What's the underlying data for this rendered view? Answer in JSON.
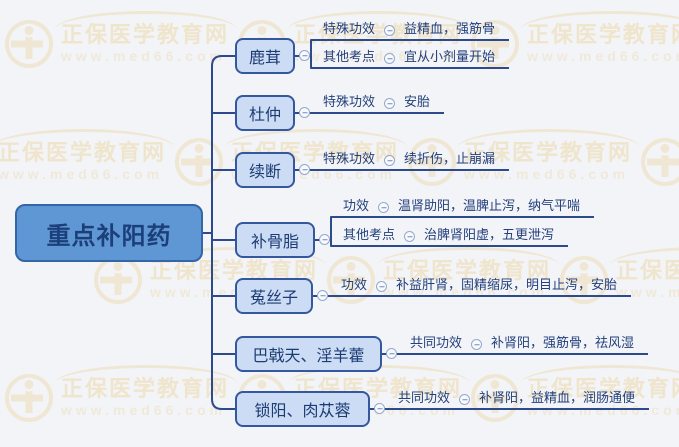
{
  "watermark": {
    "brand": "正保医学教育网",
    "url": "www.med66.com"
  },
  "root": {
    "label": "重点补阳药"
  },
  "branches": [
    {
      "label": "鹿茸",
      "rows": [
        {
          "label": "特殊功效",
          "content": "益精血，强筋骨"
        },
        {
          "label": "其他考点",
          "content": "宜从小剂量开始"
        }
      ]
    },
    {
      "label": "杜仲",
      "rows": [
        {
          "label": "特殊功效",
          "content": "安胎"
        }
      ]
    },
    {
      "label": "续断",
      "rows": [
        {
          "label": "特殊功效",
          "content": "续折伤，止崩漏"
        }
      ]
    },
    {
      "label": "补骨脂",
      "rows": [
        {
          "label": "功效",
          "content": "温肾助阳，温脾止泻，纳气平喘"
        },
        {
          "label": "其他考点",
          "content": "治脾肾阳虚，五更泄泻"
        }
      ]
    },
    {
      "label": "菟丝子",
      "rows": [
        {
          "label": "功效",
          "content": "补益肝肾，固精缩尿，明目止泻，安胎"
        }
      ]
    },
    {
      "label": "巴戟天、淫羊藿",
      "rows": [
        {
          "label": "共同功效",
          "content": "补肾阳，强筋骨，祛风湿"
        }
      ]
    },
    {
      "label": "锁阳、肉苁蓉",
      "rows": [
        {
          "label": "共同功效",
          "content": "补肾阳，益精血，润肠通便"
        }
      ]
    }
  ],
  "colors": {
    "background": "#F3F4F7",
    "root_fill": "#5E97D3",
    "root_border": "#3465A8",
    "topic_fill": "#CBDCF4",
    "topic_border": "#35579D",
    "line": "#2C4A8C",
    "text": "#23407C",
    "watermark": "#EFE7D4"
  }
}
